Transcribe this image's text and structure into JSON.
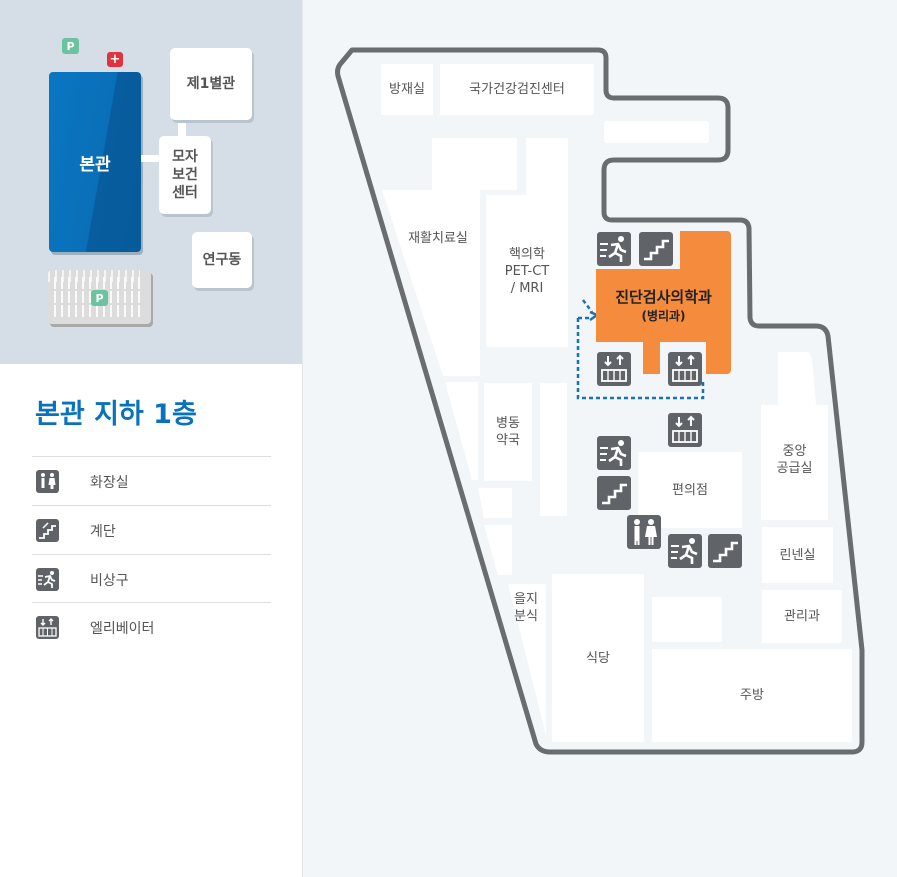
{
  "mini_map": {
    "main_building": "본관",
    "annex1": "제1별관",
    "maternal_lines": [
      "모자",
      "보건",
      "센터"
    ],
    "research": "연구동",
    "parking_badge": "P",
    "parking_badge_top": "P",
    "hospital_badge": "+"
  },
  "floor_title": "본관 지하 1층",
  "legend": [
    {
      "icon": "restroom-icon",
      "label": "화장실"
    },
    {
      "icon": "stairs-icon",
      "label": "계단"
    },
    {
      "icon": "emergency-exit-icon",
      "label": "비상구"
    },
    {
      "icon": "elevator-icon",
      "label": "엘리베이터"
    }
  ],
  "rooms": {
    "disaster": "방재실",
    "health_center": "국가건강검진센터",
    "rehab": "재활치료실",
    "nuclear_lines": [
      "핵의학",
      "PET-CT",
      "/ MRI"
    ],
    "ward_pharmacy_lines": [
      "병동",
      "약국"
    ],
    "lab_title": "진단검사의학과",
    "lab_sub": "(병리과)",
    "convenience": "편의점",
    "central_supply_lines": [
      "중앙",
      "공급실"
    ],
    "linen": "린넨실",
    "management": "관리과",
    "snack_lines": [
      "을지",
      "분식"
    ],
    "cafeteria": "식당",
    "kitchen": "주방"
  },
  "colors": {
    "highlight": "#f58b3c",
    "brand_blue": "#0a72bd",
    "icon_gray": "#606468",
    "route": "#1a73b0"
  }
}
